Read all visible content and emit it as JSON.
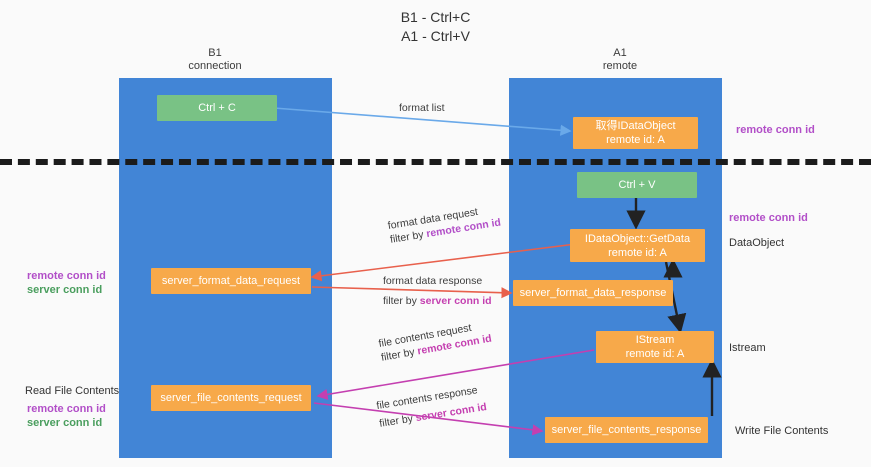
{
  "title": "B1 - Ctrl+C\nA1 - Ctrl+V",
  "colors": {
    "lane": "#4285d6",
    "green_node": "#79c285",
    "orange_node": "#f7a94a",
    "purple_text": "#b24fc8",
    "green_text": "#4a9e5e",
    "magenta_text": "#c43fb0",
    "blue_arrow": "#6aa9e9",
    "red_arrow": "#e8604c",
    "black_arrow": "#222222",
    "divider": "#1b1b1b",
    "canvas_bg": "#fafafa"
  },
  "lanes": [
    {
      "name": "b1",
      "header": "B1\nconnection"
    },
    {
      "name": "a1",
      "header": "A1\nremote"
    }
  ],
  "nodes": {
    "ctrl_c": {
      "line1": "Ctrl + C",
      "line2": ""
    },
    "get_idataobject": {
      "line1": "取得IDataObject",
      "line2": "remote id: A"
    },
    "ctrl_v": {
      "line1": "Ctrl + V",
      "line2": ""
    },
    "getdata": {
      "line1": "IDataObject::GetData",
      "line2": "remote id: A"
    },
    "server_format_data_request": {
      "line1": "server_format_data_request",
      "line2": ""
    },
    "server_format_data_response": {
      "line1": "server_format_data_response",
      "line2": ""
    },
    "istream": {
      "line1": "IStream",
      "line2": "remote id: A"
    },
    "server_file_contents_request": {
      "line1": "server_file_contents_request",
      "line2": ""
    },
    "server_file_contents_response": {
      "line1": "server_file_contents_response",
      "line2": ""
    }
  },
  "edge_labels": {
    "format_list": {
      "line1": "format list",
      "line2": "",
      "line2_hl": ""
    },
    "format_data_request": {
      "line1": "format data request",
      "line2": "filter by ",
      "line2_hl": "remote conn id"
    },
    "format_data_response": {
      "line1": "format data response",
      "line2": "filter by ",
      "line2_hl": "server conn id"
    },
    "file_contents_request": {
      "line1": "file contents request",
      "line2": "filter by ",
      "line2_hl": "remote conn id"
    },
    "file_contents_response": {
      "line1": "file contents response",
      "line2": "filter by ",
      "line2_hl": "server conn id"
    }
  },
  "side_labels": {
    "right_remote_conn_id_top": "remote conn id",
    "right_remote_conn_id_mid": "remote conn id",
    "right_dataobject": "DataObject",
    "right_istream": "Istream",
    "right_write_file_contents": "Write File Contents",
    "left_remote_conn_id_mid": "remote conn id",
    "left_server_conn_id_mid": "server conn id",
    "left_read_file_contents": "Read File Contents",
    "left_remote_conn_id_bot": "remote conn id",
    "left_server_conn_id_bot": "server conn id"
  }
}
